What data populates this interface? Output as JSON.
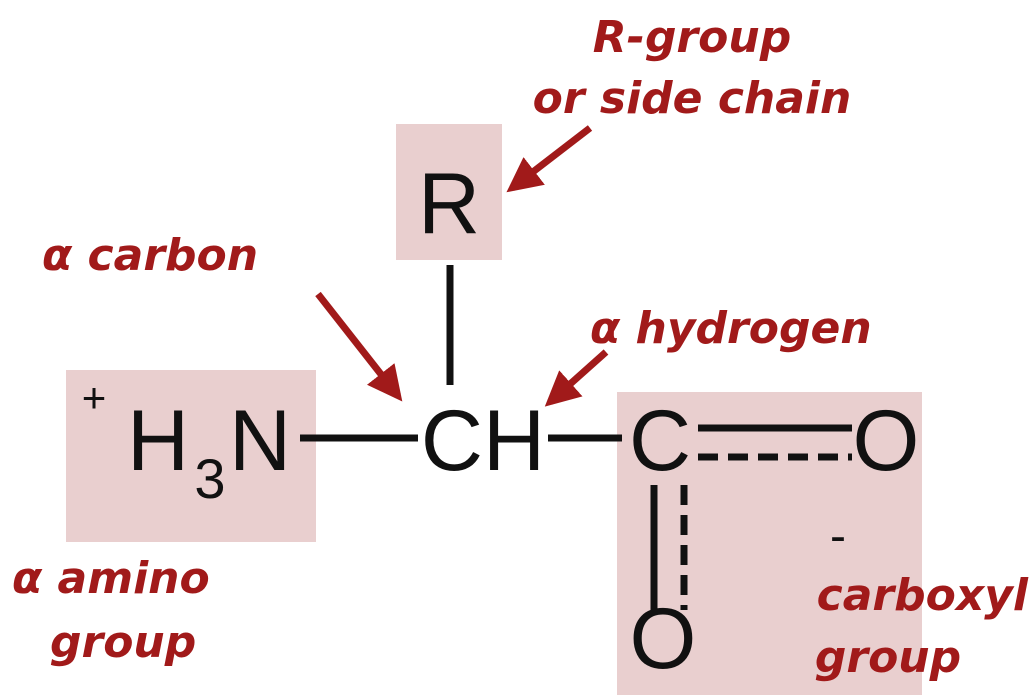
{
  "colors": {
    "label": "#a11a1a",
    "box": "#e9cfcf",
    "bond": "#111111"
  },
  "atoms": {
    "r": "R",
    "amine_charge": "+",
    "amine_h": "H",
    "amine_sub": "3",
    "amine_n": "N",
    "ch": "CH",
    "carboxyl_c": "C",
    "carboxyl_o_right": "O",
    "carboxyl_o_bottom": "O",
    "carboxyl_charge": "-"
  },
  "labels": {
    "r_group_line1": "R-group",
    "r_group_line2": "or side chain",
    "alpha_carbon": "α carbon",
    "alpha_hydrogen": "α hydrogen",
    "alpha_amino_line1": "α amino",
    "alpha_amino_line2": "group",
    "carboxyl_line1": "carboxyl",
    "carboxyl_line2": "group"
  }
}
